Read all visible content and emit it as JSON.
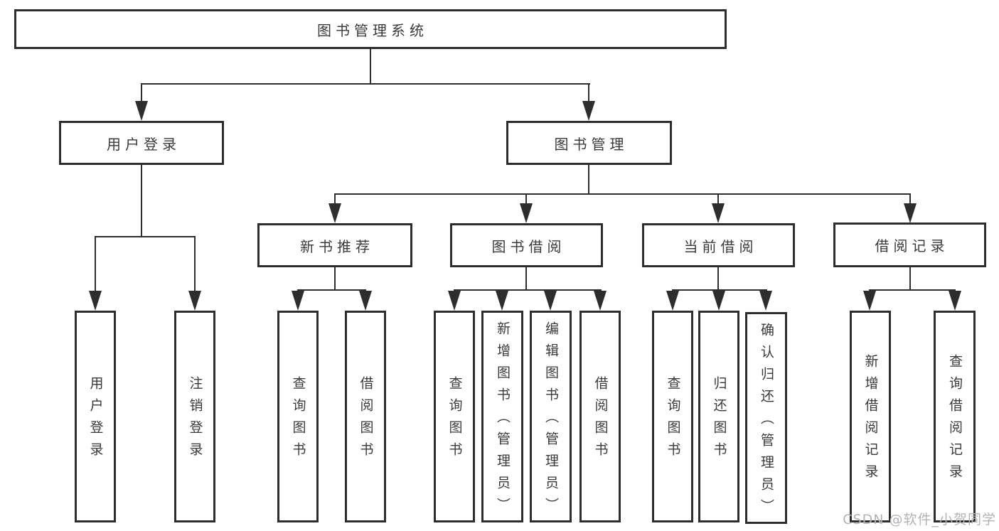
{
  "diagram": {
    "root": "图书管理系统",
    "level2": [
      "用户登录",
      "图书管理"
    ],
    "level3": [
      "新书推荐",
      "图书借阅",
      "当前借阅",
      "借阅记录"
    ],
    "leaves": {
      "login": [
        "用户登录",
        "注销登录"
      ],
      "newbook": [
        "查询图书",
        "借阅图书"
      ],
      "borrow": [
        "查询图书",
        "新增图书（管理员）",
        "编辑图书（管理员）",
        "借阅图书"
      ],
      "current": [
        "查询图书",
        "归还图书",
        "确认归还（管理员）"
      ],
      "records": [
        "新增借阅记录",
        "查询借阅记录"
      ]
    }
  },
  "watermark": "CSDN @软件_小贺同学",
  "colors": {
    "line": "#2d2d2d",
    "text": "#3a3a3a",
    "background": "#ffffff",
    "watermark": "#b3b3b8"
  }
}
